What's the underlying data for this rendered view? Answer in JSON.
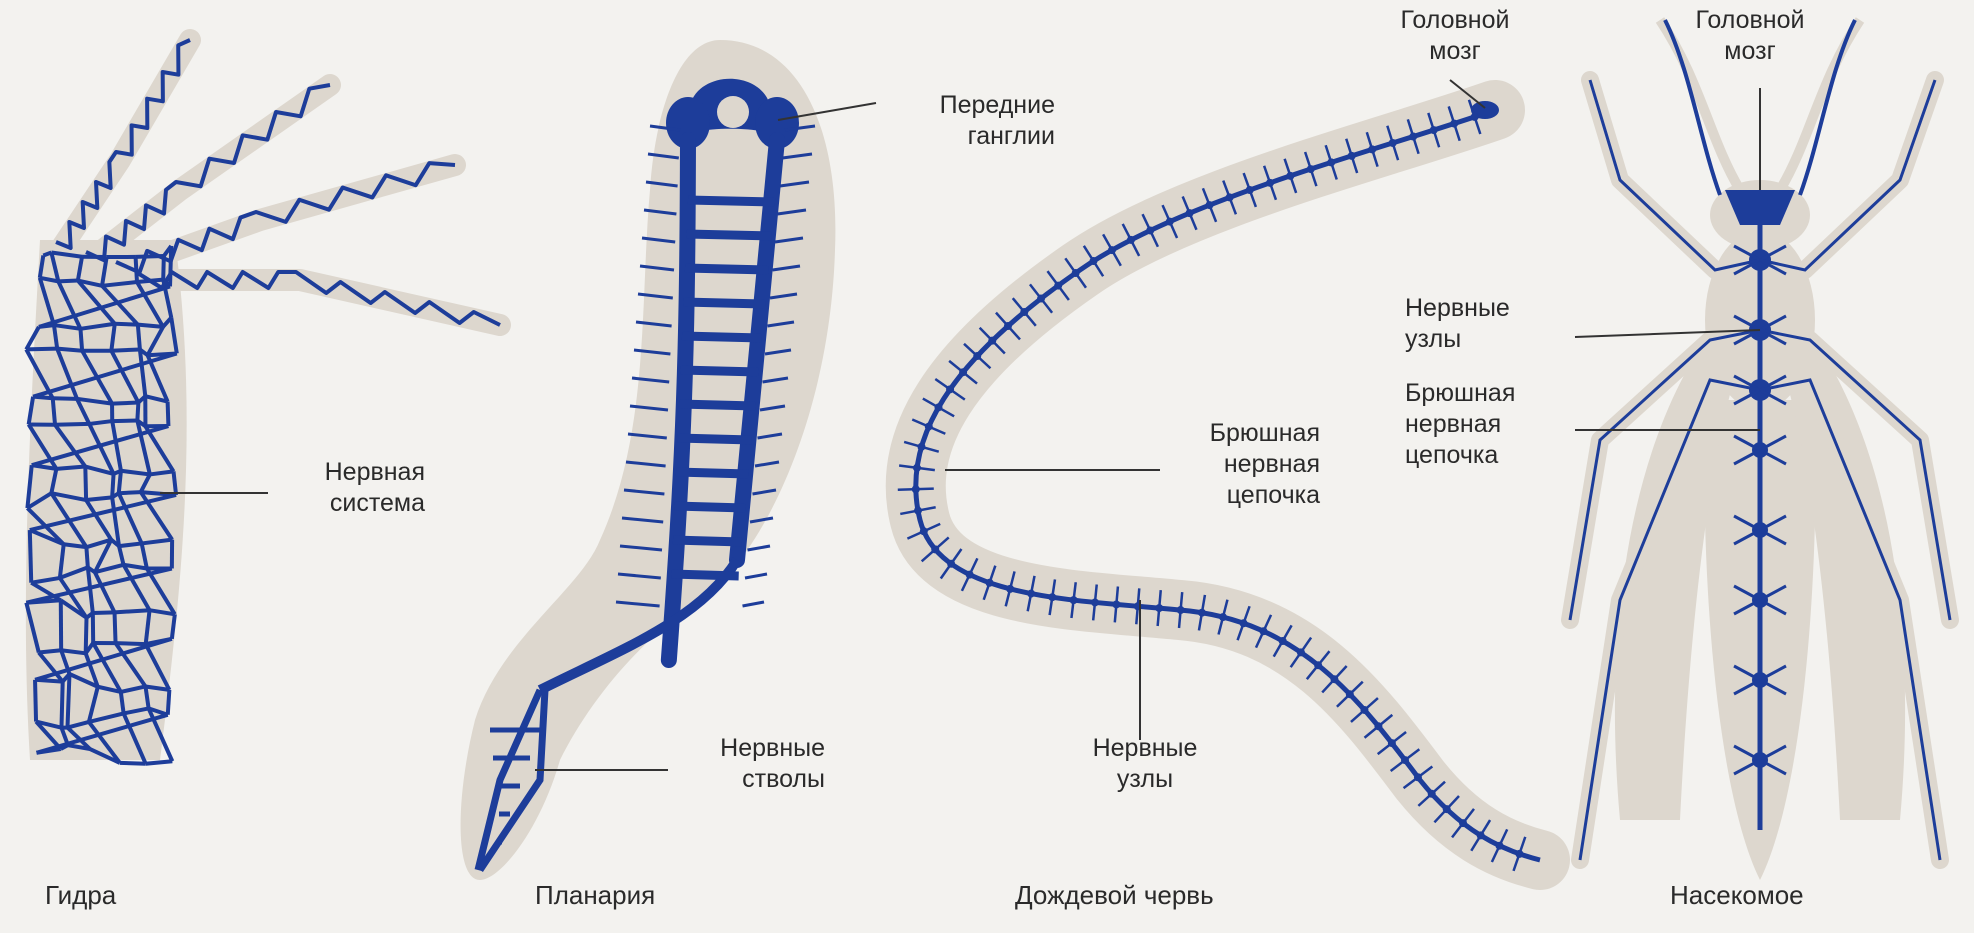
{
  "colors": {
    "nerve": "#1d3d9a",
    "body": "#ddd7ce",
    "background": "#f3f2ef",
    "text": "#2a2a2a",
    "leader": "#333333"
  },
  "hydra": {
    "caption": "Гидра",
    "label_nerve_system": "Нервная\nсистема"
  },
  "planaria": {
    "caption": "Планария",
    "label_anterior_ganglia": "Передние\nганглии",
    "label_nerve_trunks": "Нервные\nстволы"
  },
  "earthworm": {
    "caption": "Дождевой червь",
    "label_brain": "Головной\nмозг",
    "label_ventral_chain": "Брюшная\nнервная\nцепочка",
    "label_nerve_nodes": "Нервные\nузлы"
  },
  "insect": {
    "caption": "Насекомое",
    "label_brain": "Головной\nмозг",
    "label_nerve_nodes": "Нервные\nузлы",
    "label_ventral_chain": "Брюшная\nнервная\nцепочка"
  }
}
